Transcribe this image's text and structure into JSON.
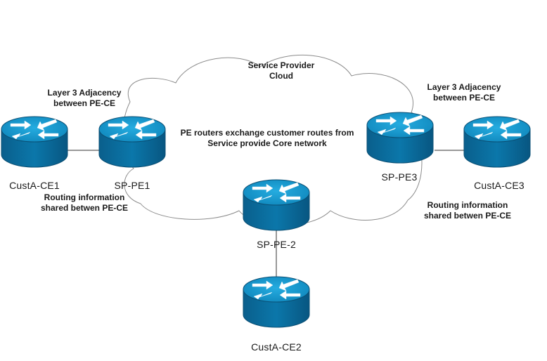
{
  "cloud": {
    "title": "Service Provider",
    "subtitle": "Cloud",
    "note_line1": "PE routers exchange customer routes from",
    "note_line2": "Service provide Core network"
  },
  "annotations": {
    "left_adjacency_line1": "Layer 3 Adjacency",
    "left_adjacency_line2": "between PE-CE",
    "right_adjacency_line1": "Layer 3 Adjacency",
    "right_adjacency_line2": "between PE-CE",
    "left_routing_line1": "Routing information",
    "left_routing_line2": "shared betwen PE-CE",
    "right_routing_line1": "Routing information",
    "right_routing_line2": "shared betwen PE-CE"
  },
  "routers": [
    {
      "id": "custa-ce1",
      "label": "CustA-CE1"
    },
    {
      "id": "sp-pe1",
      "label": "SP-PE1"
    },
    {
      "id": "sp-pe2",
      "label": "SP-PE-2"
    },
    {
      "id": "sp-pe3",
      "label": "SP-PE3"
    },
    {
      "id": "custa-ce3",
      "label": "CustA-CE3"
    },
    {
      "id": "custa-ce2",
      "label": "CustA-CE2"
    }
  ],
  "links": [
    [
      "custa-ce1",
      "sp-pe1"
    ],
    [
      "sp-pe3",
      "custa-ce3"
    ],
    [
      "sp-pe2",
      "custa-ce2"
    ]
  ],
  "colors": {
    "router_top": "#1797c9",
    "router_side": "#0a6d9e",
    "router_outline": "#0b4f74",
    "arrow": "#ffffff",
    "cloud_outline": "#8c8c8c",
    "link": "#333333"
  }
}
